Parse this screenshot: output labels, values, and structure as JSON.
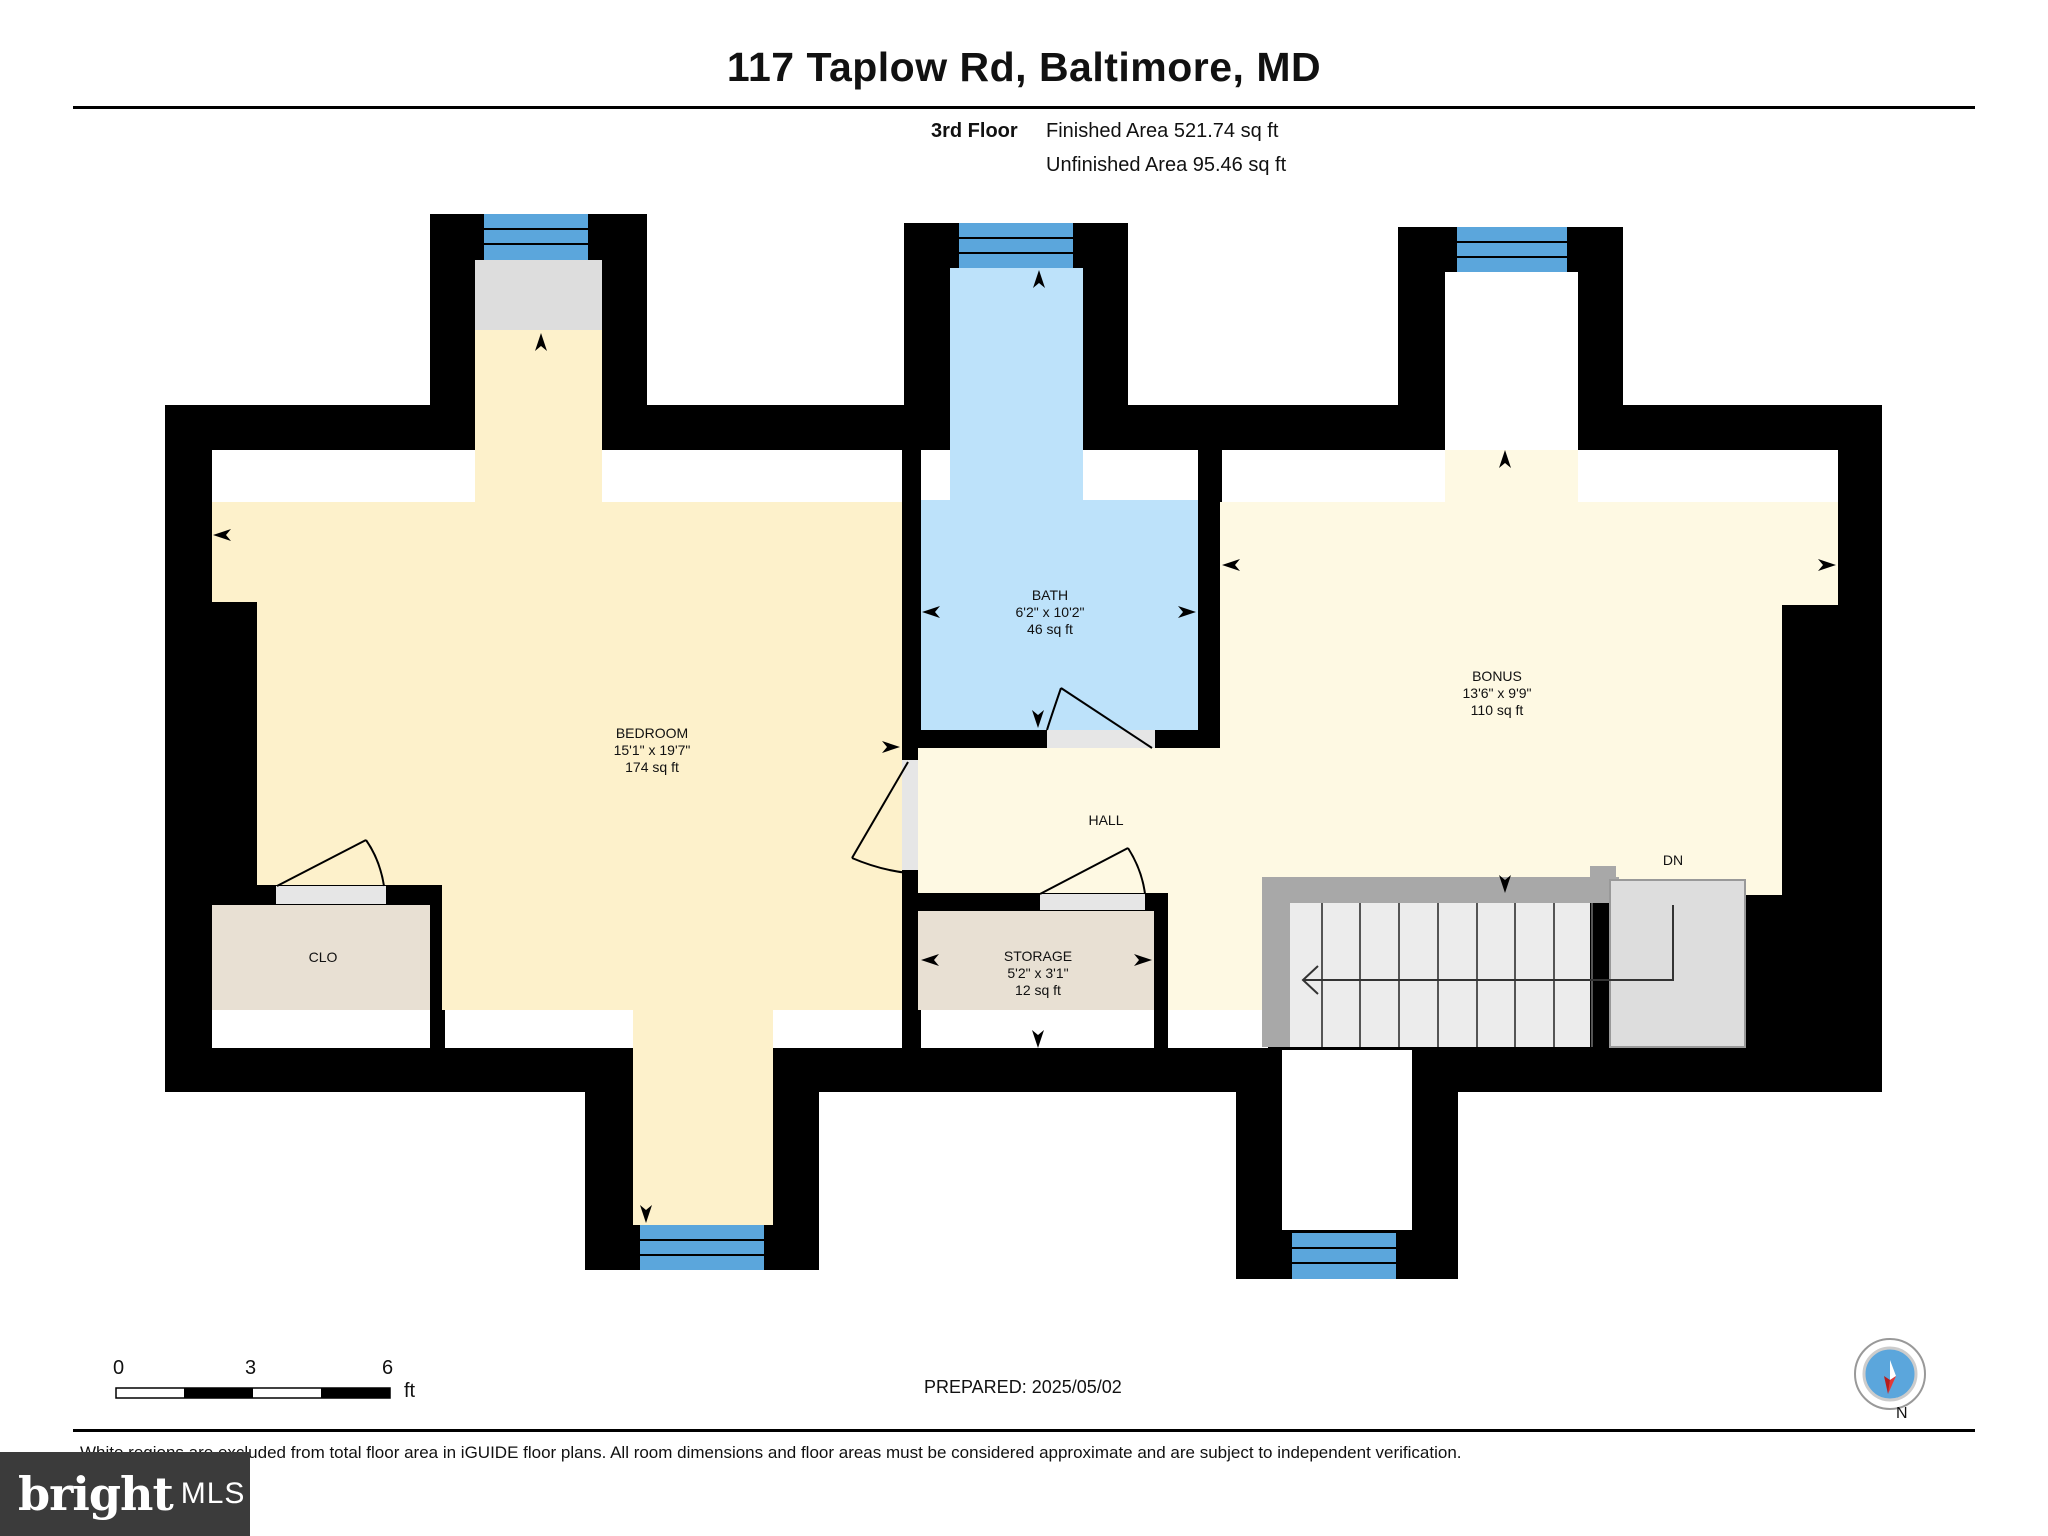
{
  "header": {
    "title": "117 Taplow Rd, Baltimore, MD",
    "floor": "3rd Floor",
    "finished_area": "Finished Area 521.74 sq ft",
    "unfinished_area": "Unfinished Area 95.46 sq ft"
  },
  "rooms": {
    "bedroom": {
      "name": "BEDROOM",
      "dims": "15'1\" x 19'7\"",
      "area": "174 sq ft"
    },
    "bath": {
      "name": "BATH",
      "dims": "6'2\" x 10'2\"",
      "area": "46 sq ft"
    },
    "bonus": {
      "name": "BONUS",
      "dims": "13'6\" x 9'9\"",
      "area": "110 sq ft"
    },
    "hall": {
      "name": "HALL"
    },
    "storage": {
      "name": "STORAGE",
      "dims": "5'2\" x 3'1\"",
      "area": "12 sq ft"
    },
    "closet": {
      "name": "CLO"
    },
    "stairs": {
      "name": "DN"
    }
  },
  "scale": {
    "ticks": [
      "0",
      "3",
      "6"
    ],
    "unit": "ft"
  },
  "prepared": "PREPARED: 2025/05/02",
  "disclaimer": "White regions are excluded from total floor area in iGUIDE floor plans. All room dimensions and floor areas must be considered approximate and are subject to independent verification.",
  "compass": {
    "label": "N"
  },
  "watermark": {
    "word": "bright",
    "suffix": "MLS"
  },
  "colors": {
    "wall": "#000000",
    "bedroom": "#FDF1CB",
    "bath": "#BDE2FA",
    "bonus": "#FEF9E3",
    "storage": "#E8E0D3",
    "gray": "#DDDDDD",
    "window": "#5BA6DC"
  }
}
